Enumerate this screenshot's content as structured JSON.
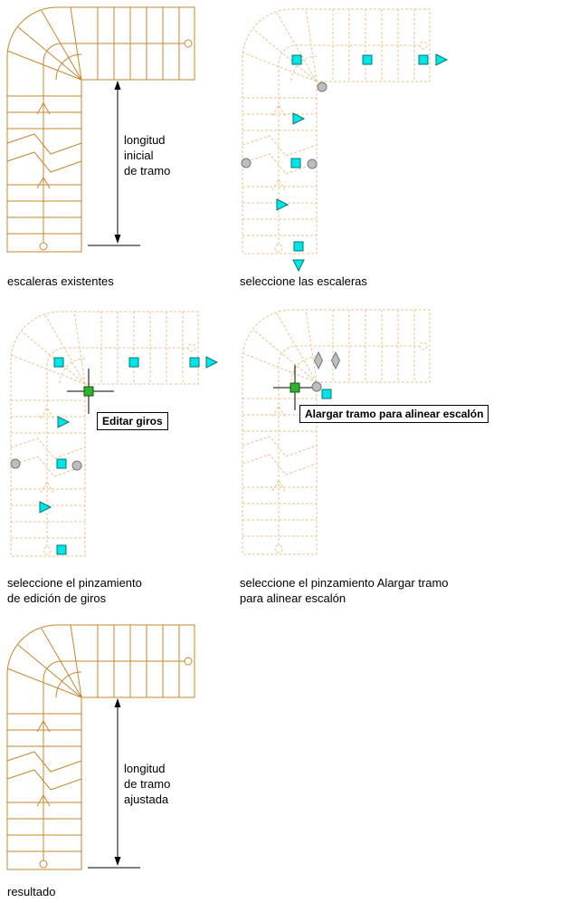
{
  "colors": {
    "stair_solid": "#C6872C",
    "stair_dashed": "#ECC28C",
    "grip_cyan_fill": "#00E5E5",
    "grip_cyan_stroke": "#007878",
    "grip_green_fill": "#2FB32F",
    "grip_green_stroke": "#145214",
    "grip_gray_fill": "#BDBDBD",
    "grip_gray_stroke": "#787878",
    "dimension_color": "#000000"
  },
  "panels": {
    "existing": {
      "caption": "escaleras existentes",
      "dim_lines": [
        "longitud",
        "inicial",
        "de tramo"
      ]
    },
    "select_stairs": {
      "caption": "seleccione las escaleras"
    },
    "edit_turns": {
      "caption_lines": [
        "seleccione el pinzamiento",
        "de edición de giros"
      ],
      "tooltip": "Editar giros"
    },
    "lengthen_flight": {
      "caption_lines": [
        "seleccione el pinzamiento Alargar tramo",
        "para alinear escalón"
      ],
      "tooltip": "Alargar tramo para alinear escalón"
    },
    "result": {
      "caption": "resultado",
      "dim_lines": [
        "longitud",
        "de tramo",
        "ajustada"
      ]
    }
  }
}
